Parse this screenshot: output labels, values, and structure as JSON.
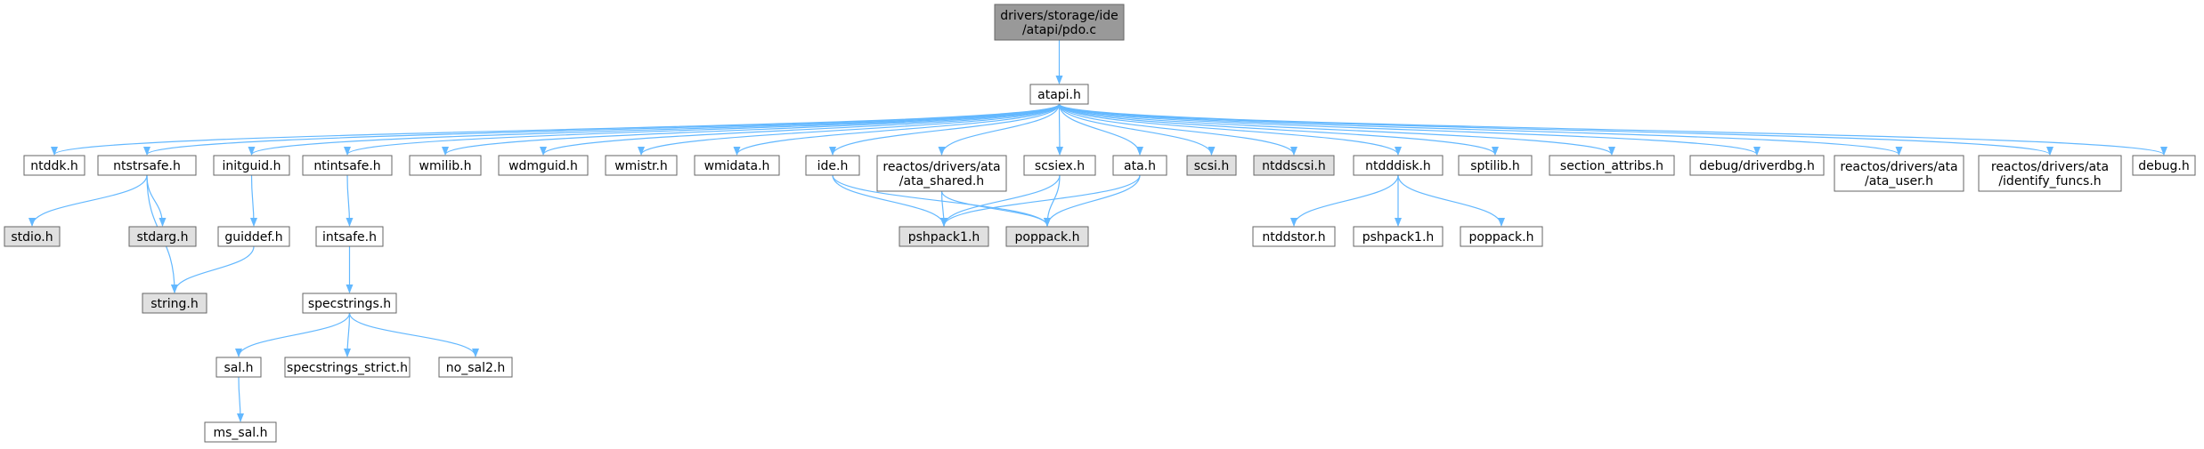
{
  "diagram": {
    "type": "include-dependency-graph",
    "colors": {
      "root_fill": "#999999",
      "node_fill": "#ffffff",
      "external_fill": "#e0e0e0",
      "edge": "#63b8ff",
      "border": "#666666"
    },
    "nodes": [
      {
        "id": "pdo",
        "lines": [
          "drivers/storage/ide",
          "/atapi/pdo.c"
        ],
        "style": "root"
      },
      {
        "id": "atapi",
        "lines": [
          "atapi.h"
        ],
        "style": "normal"
      },
      {
        "id": "ntddk",
        "lines": [
          "ntddk.h"
        ],
        "style": "normal"
      },
      {
        "id": "ntstrsafe",
        "lines": [
          "ntstrsafe.h"
        ],
        "style": "normal"
      },
      {
        "id": "initguid",
        "lines": [
          "initguid.h"
        ],
        "style": "normal"
      },
      {
        "id": "ntintsafe",
        "lines": [
          "ntintsafe.h"
        ],
        "style": "normal"
      },
      {
        "id": "wmilib",
        "lines": [
          "wmilib.h"
        ],
        "style": "normal"
      },
      {
        "id": "wdmguid",
        "lines": [
          "wdmguid.h"
        ],
        "style": "normal"
      },
      {
        "id": "wmistr",
        "lines": [
          "wmistr.h"
        ],
        "style": "normal"
      },
      {
        "id": "wmidata",
        "lines": [
          "wmidata.h"
        ],
        "style": "normal"
      },
      {
        "id": "ide",
        "lines": [
          "ide.h"
        ],
        "style": "normal"
      },
      {
        "id": "ata_shared",
        "lines": [
          "reactos/drivers/ata",
          "/ata_shared.h"
        ],
        "style": "normal"
      },
      {
        "id": "scsiex",
        "lines": [
          "scsiex.h"
        ],
        "style": "normal"
      },
      {
        "id": "ata",
        "lines": [
          "ata.h"
        ],
        "style": "normal"
      },
      {
        "id": "scsi",
        "lines": [
          "scsi.h"
        ],
        "style": "external"
      },
      {
        "id": "ntddscsi",
        "lines": [
          "ntddscsi.h"
        ],
        "style": "external"
      },
      {
        "id": "ntdddisk",
        "lines": [
          "ntdddisk.h"
        ],
        "style": "normal"
      },
      {
        "id": "sptilib",
        "lines": [
          "sptilib.h"
        ],
        "style": "normal"
      },
      {
        "id": "section",
        "lines": [
          "section_attribs.h"
        ],
        "style": "normal"
      },
      {
        "id": "driverdbg",
        "lines": [
          "debug/driverdbg.h"
        ],
        "style": "normal"
      },
      {
        "id": "ata_user",
        "lines": [
          "reactos/drivers/ata",
          "/ata_user.h"
        ],
        "style": "normal"
      },
      {
        "id": "identify",
        "lines": [
          "reactos/drivers/ata",
          "/identify_funcs.h"
        ],
        "style": "normal"
      },
      {
        "id": "debug",
        "lines": [
          "debug.h"
        ],
        "style": "normal"
      },
      {
        "id": "stdio",
        "lines": [
          "stdio.h"
        ],
        "style": "external"
      },
      {
        "id": "stdarg",
        "lines": [
          "stdarg.h"
        ],
        "style": "external"
      },
      {
        "id": "string",
        "lines": [
          "string.h"
        ],
        "style": "external"
      },
      {
        "id": "guiddef",
        "lines": [
          "guiddef.h"
        ],
        "style": "normal"
      },
      {
        "id": "intsafe",
        "lines": [
          "intsafe.h"
        ],
        "style": "normal"
      },
      {
        "id": "specstrings",
        "lines": [
          "specstrings.h"
        ],
        "style": "normal"
      },
      {
        "id": "sal",
        "lines": [
          "sal.h"
        ],
        "style": "normal"
      },
      {
        "id": "specstrict",
        "lines": [
          "specstrings_strict.h"
        ],
        "style": "normal"
      },
      {
        "id": "nosal2",
        "lines": [
          "no_sal2.h"
        ],
        "style": "normal"
      },
      {
        "id": "ms_sal",
        "lines": [
          "ms_sal.h"
        ],
        "style": "normal"
      },
      {
        "id": "pshpack1_a",
        "lines": [
          "pshpack1.h"
        ],
        "style": "external"
      },
      {
        "id": "poppack_a",
        "lines": [
          "poppack.h"
        ],
        "style": "external"
      },
      {
        "id": "ntddstor",
        "lines": [
          "ntddstor.h"
        ],
        "style": "normal"
      },
      {
        "id": "pshpack1_b",
        "lines": [
          "pshpack1.h"
        ],
        "style": "normal"
      },
      {
        "id": "poppack_b",
        "lines": [
          "poppack.h"
        ],
        "style": "normal"
      }
    ],
    "edges": [
      [
        "pdo",
        "atapi"
      ],
      [
        "atapi",
        "ntddk"
      ],
      [
        "atapi",
        "ntstrsafe"
      ],
      [
        "atapi",
        "initguid"
      ],
      [
        "atapi",
        "ntintsafe"
      ],
      [
        "atapi",
        "wmilib"
      ],
      [
        "atapi",
        "wdmguid"
      ],
      [
        "atapi",
        "wmistr"
      ],
      [
        "atapi",
        "wmidata"
      ],
      [
        "atapi",
        "ide"
      ],
      [
        "atapi",
        "ata_shared"
      ],
      [
        "atapi",
        "scsiex"
      ],
      [
        "atapi",
        "ata"
      ],
      [
        "atapi",
        "scsi"
      ],
      [
        "atapi",
        "ntddscsi"
      ],
      [
        "atapi",
        "ntdddisk"
      ],
      [
        "atapi",
        "sptilib"
      ],
      [
        "atapi",
        "section"
      ],
      [
        "atapi",
        "driverdbg"
      ],
      [
        "atapi",
        "ata_user"
      ],
      [
        "atapi",
        "identify"
      ],
      [
        "atapi",
        "debug"
      ],
      [
        "ntstrsafe",
        "stdio"
      ],
      [
        "ntstrsafe",
        "stdarg"
      ],
      [
        "ntstrsafe",
        "string"
      ],
      [
        "initguid",
        "guiddef"
      ],
      [
        "guiddef",
        "string"
      ],
      [
        "ntintsafe",
        "intsafe"
      ],
      [
        "intsafe",
        "specstrings"
      ],
      [
        "specstrings",
        "sal"
      ],
      [
        "specstrings",
        "specstrict"
      ],
      [
        "specstrings",
        "nosal2"
      ],
      [
        "sal",
        "ms_sal"
      ],
      [
        "ide",
        "pshpack1_a"
      ],
      [
        "ide",
        "poppack_a"
      ],
      [
        "ata_shared",
        "pshpack1_a"
      ],
      [
        "ata_shared",
        "poppack_a"
      ],
      [
        "scsiex",
        "pshpack1_a"
      ],
      [
        "scsiex",
        "poppack_a"
      ],
      [
        "ata",
        "pshpack1_a"
      ],
      [
        "ata",
        "poppack_a"
      ],
      [
        "ntdddisk",
        "ntddstor"
      ],
      [
        "ntdddisk",
        "pshpack1_b"
      ],
      [
        "ntdddisk",
        "poppack_b"
      ]
    ]
  }
}
